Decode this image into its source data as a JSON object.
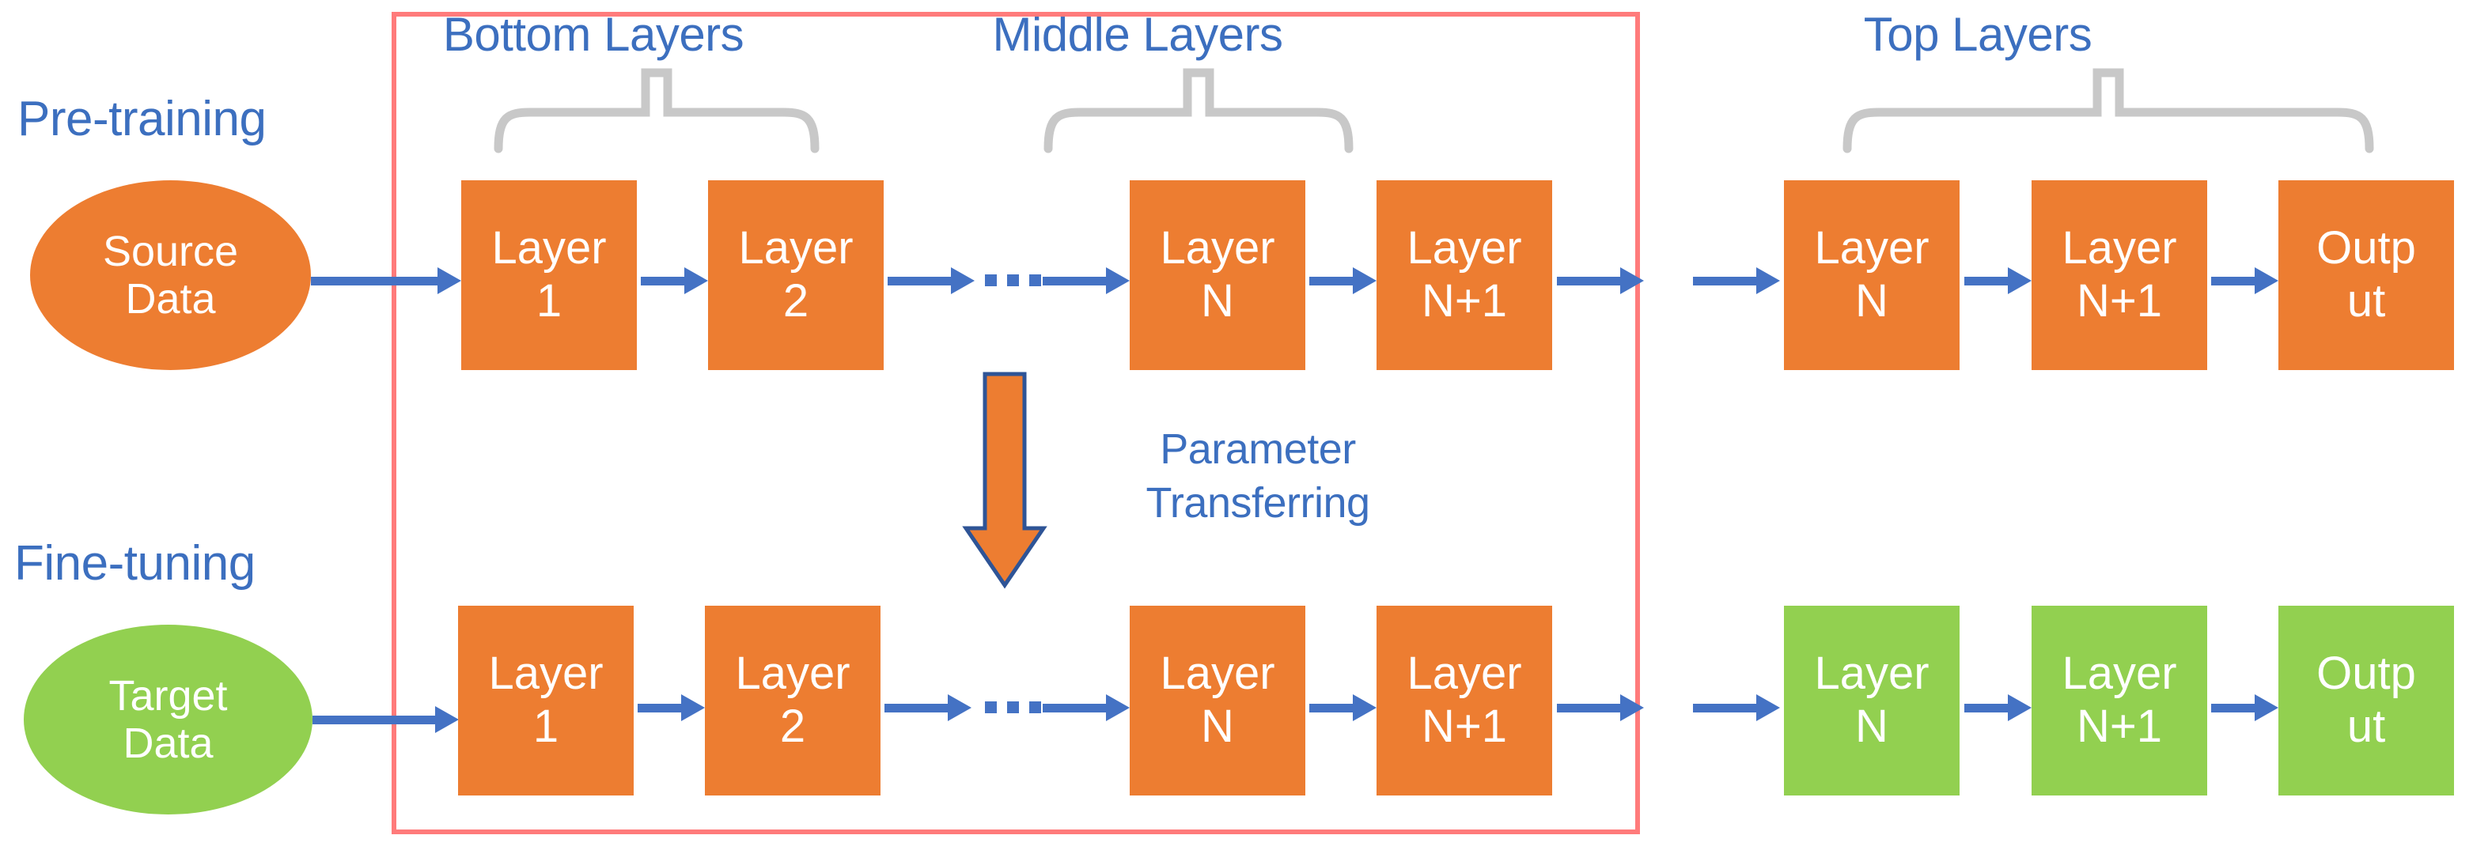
{
  "colors": {
    "orange": "#ED7D31",
    "green": "#92D050",
    "blue_text": "#3C6FBF",
    "blue_arrow": "#4472C4",
    "red_box": "#FF7B7B",
    "brace_gray": "#C8C8C8",
    "arrow_outline": "#2E5496"
  },
  "stages": {
    "pretraining_label": "Pre-training",
    "finetuning_label": "Fine-tuning"
  },
  "group_captions": {
    "bottom": "Bottom Layers",
    "middle": "Middle Layers",
    "top": "Top Layers"
  },
  "data_nodes": {
    "source": "Source\nData",
    "target": "Target\nData"
  },
  "transfer": {
    "label": "Parameter\nTransferring"
  },
  "ellipsis": "...",
  "pretraining_row": {
    "boxes": [
      {
        "label": "Layer\n1",
        "color": "orange"
      },
      {
        "label": "Layer\n2",
        "color": "orange"
      },
      {
        "label": "Layer\nN",
        "color": "orange"
      },
      {
        "label": "Layer\nN+1",
        "color": "orange"
      },
      {
        "label": "Layer\nN",
        "color": "orange"
      },
      {
        "label": "Layer\nN+1",
        "color": "orange"
      },
      {
        "label": "Outp\nut",
        "color": "orange"
      }
    ]
  },
  "finetuning_row": {
    "boxes": [
      {
        "label": "Layer\n1",
        "color": "orange"
      },
      {
        "label": "Layer\n2",
        "color": "orange"
      },
      {
        "label": "Layer\nN",
        "color": "orange"
      },
      {
        "label": "Layer\nN+1",
        "color": "orange"
      },
      {
        "label": "Layer\nN",
        "color": "green"
      },
      {
        "label": "Layer\nN+1",
        "color": "green"
      },
      {
        "label": "Outp\nut",
        "color": "green"
      }
    ]
  }
}
